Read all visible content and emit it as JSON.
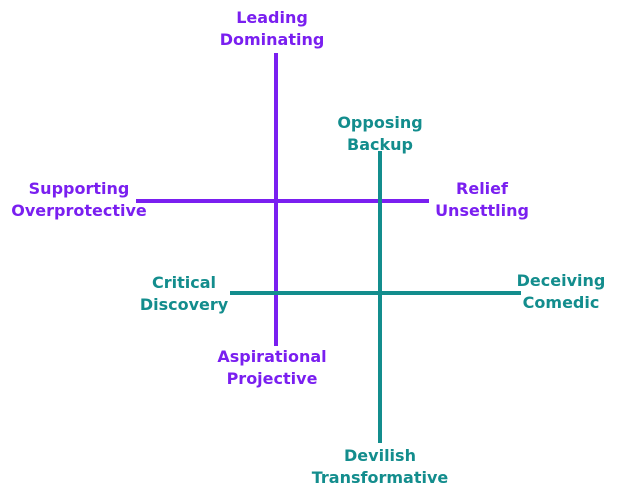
{
  "colors": {
    "purple_axis": "#7a1ff0",
    "teal_axis": "#138d8d",
    "background": "#ffffff"
  },
  "purple_axes": {
    "top": [
      "Leading",
      "Dominating"
    ],
    "bottom": [
      "Aspirational",
      "Projective"
    ],
    "left": [
      "Supporting",
      "Overprotective"
    ],
    "right": [
      "Relief",
      "Unsettling"
    ]
  },
  "teal_axes": {
    "top": [
      "Opposing",
      "Backup"
    ],
    "bottom": [
      "Devilish",
      "Transformative"
    ],
    "left": [
      "Critical",
      "Discovery"
    ],
    "right": [
      "Deceiving",
      "Comedic"
    ]
  }
}
